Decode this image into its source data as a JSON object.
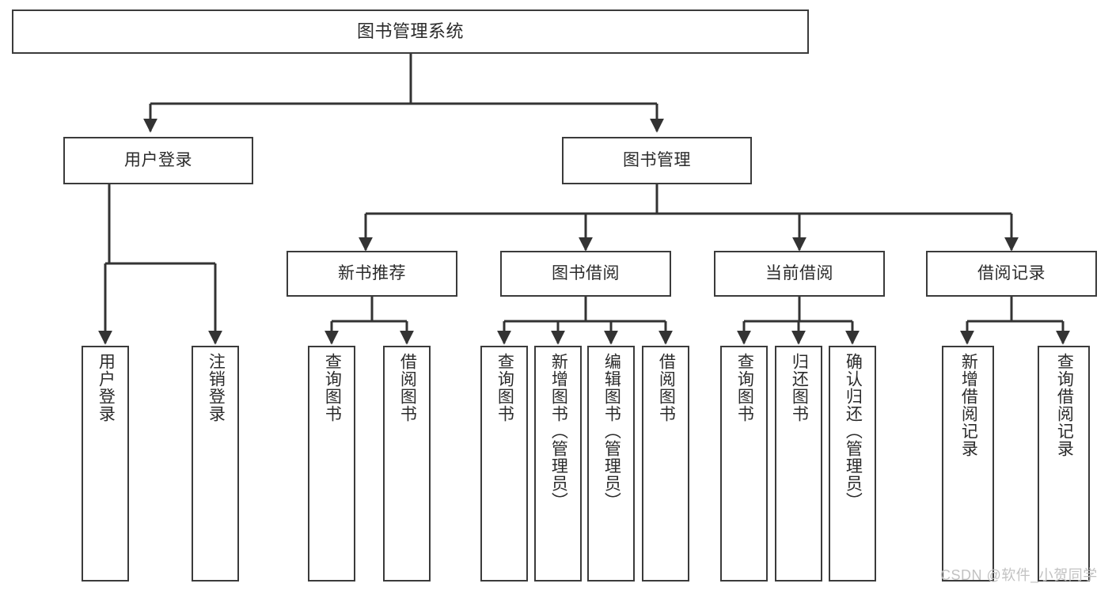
{
  "diagram": {
    "type": "tree-hierarchy",
    "title": "图书管理系统",
    "watermark": "CSDN @软件_小贺同学",
    "colors": {
      "background": "#ffffff",
      "border": "#3b3b3b",
      "text": "#2b2b2b",
      "edge": "#333333",
      "watermark": "#c2c2c2"
    },
    "nodes": {
      "root": {
        "label": "图书管理系统"
      },
      "level2": [
        {
          "id": "user-login",
          "label": "用户登录"
        },
        {
          "id": "book-manage",
          "label": "图书管理"
        }
      ],
      "level3": [
        {
          "id": "new-book-recommend",
          "label": "新书推荐"
        },
        {
          "id": "book-borrow",
          "label": "图书借阅"
        },
        {
          "id": "current-borrow",
          "label": "当前借阅"
        },
        {
          "id": "borrow-record",
          "label": "借阅记录"
        }
      ],
      "leaves": {
        "user-login": [
          {
            "id": "leaf-user-login",
            "label": "用户登录"
          },
          {
            "id": "leaf-logout-login",
            "label": "注销登录"
          }
        ],
        "new-book-recommend": [
          {
            "id": "leaf-query-book-1",
            "label": "查询图书"
          },
          {
            "id": "leaf-borrow-book-1",
            "label": "借阅图书"
          }
        ],
        "book-borrow": [
          {
            "id": "leaf-query-book-2",
            "label": "查询图书"
          },
          {
            "id": "leaf-add-book",
            "label": "新增图书（管理员）"
          },
          {
            "id": "leaf-edit-book",
            "label": "编辑图书（管理员）"
          },
          {
            "id": "leaf-borrow-book-2",
            "label": "借阅图书"
          }
        ],
        "current-borrow": [
          {
            "id": "leaf-query-book-3",
            "label": "查询图书"
          },
          {
            "id": "leaf-return-book",
            "label": "归还图书"
          },
          {
            "id": "leaf-confirm-return",
            "label": "确认归还（管理员）"
          }
        ],
        "borrow-record": [
          {
            "id": "leaf-add-record",
            "label": "新增借阅记录"
          },
          {
            "id": "leaf-query-record",
            "label": "查询借阅记录"
          }
        ]
      }
    }
  }
}
